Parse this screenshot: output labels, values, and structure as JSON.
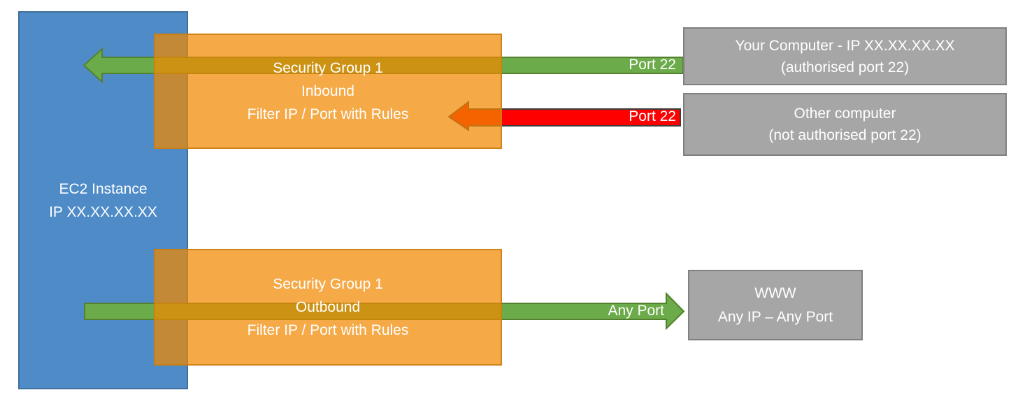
{
  "diagram": {
    "ec2": {
      "line1": "EC2 Instance",
      "line2": "IP XX.XX.XX.XX"
    },
    "sg_inbound": {
      "line1": "Security Group 1",
      "line2": "Inbound",
      "line3": "Filter IP / Port with Rules"
    },
    "sg_outbound": {
      "line1": "Security Group 1",
      "line2": "Outbound",
      "line3": "Filter IP / Port with Rules"
    },
    "your_computer": {
      "line1": "Your Computer - IP XX.XX.XX.XX",
      "line2": "(authorised port 22)"
    },
    "other_computer": {
      "line1": "Other computer",
      "line2": "(not authorised port 22)"
    },
    "www": {
      "line1": "WWW",
      "line2": "Any IP – Any Port"
    },
    "labels": {
      "inbound_allowed_port": "Port 22",
      "inbound_blocked_port": "Port 22",
      "outbound_port": "Any Port"
    },
    "colors": {
      "ec2_blue": "#4E8BC7",
      "ec2_blue_border": "#41719C",
      "security_group_orange": "#F18800",
      "allowed_green": "#6CAB49",
      "allowed_green_border": "#54812F",
      "blocked_red": "#FE0000",
      "blocked_red_border": "#3D3D3D",
      "endpoint_gray": "#A6A6A6",
      "endpoint_gray_border": "#808080"
    }
  }
}
